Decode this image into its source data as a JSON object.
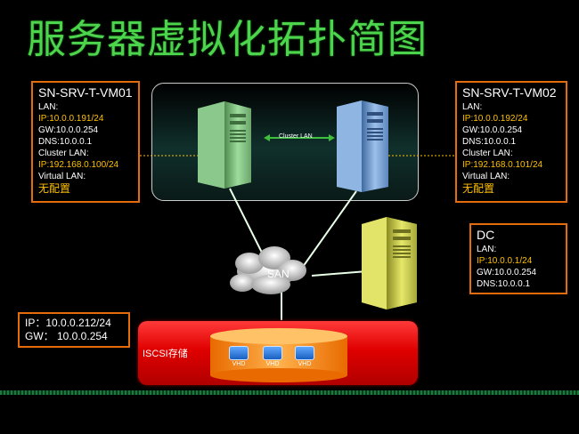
{
  "title": "服务器虚拟化拓扑简图",
  "vm01": {
    "name": "SN-SRV-T-VM01",
    "lan_label": "LAN:",
    "ip": "IP:10.0.0.191/24",
    "gw": "GW:10.0.0.254",
    "dns": "DNS:10.0.0.1",
    "cluster_label": "Cluster LAN:",
    "cluster_ip": "IP:192.168.0.100/24",
    "virtual_label": "Virtual LAN:",
    "virtual_value": "无配置"
  },
  "vm02": {
    "name": "SN-SRV-T-VM02",
    "lan_label": "LAN:",
    "ip": "IP:10.0.0.192/24",
    "gw": "GW:10.0.0.254",
    "dns": "DNS:10.0.0.1",
    "cluster_label": "Cluster LAN:",
    "cluster_ip": "IP:192.168.0.101/24",
    "virtual_label": "Virtual LAN:",
    "virtual_value": "无配置"
  },
  "dc": {
    "name": "DC",
    "lan_label": "LAN:",
    "ip": "IP:10.0.0.1/24",
    "gw": "GW:10.0.0.254",
    "dns": "DNS:10.0.0.1"
  },
  "storage_info": {
    "ip": "IP：10.0.0.212/24",
    "gw": "GW：  10.0.0.254"
  },
  "cluster_lan_label": "Cluster LAN",
  "san_label": "SAN",
  "storage_label": "ISCSI存储",
  "vhd_label": "VHD",
  "colors": {
    "title": "#4dd44d",
    "box_border": "#e46c0a",
    "highlight_text": "#ffc000",
    "server_left": "#8fd18f",
    "server_right": "#7fa8d8",
    "server_dc": "#d8dc5a",
    "storage": "#e00000"
  }
}
